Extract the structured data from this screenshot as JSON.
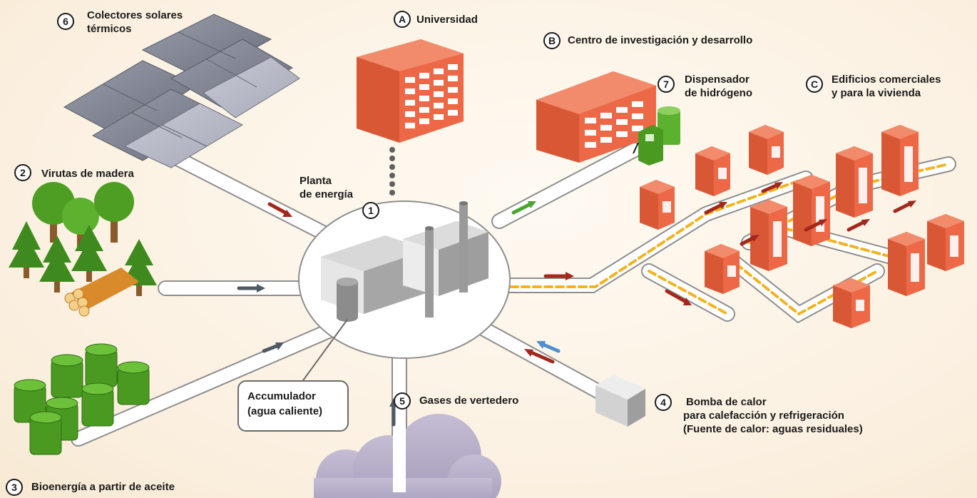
{
  "labels": {
    "n1": {
      "badge": "1",
      "line1": "Planta",
      "line2": "de energía"
    },
    "n2": {
      "badge": "2",
      "text": "Virutas de madera"
    },
    "n3": {
      "badge": "3",
      "text": "Bioenergía a partir de aceite"
    },
    "n4": {
      "badge": "4",
      "line1": "Bomba de calor",
      "line2": "para calefacción y refrigeración",
      "line3": "(Fuente de calor: aguas residuales)"
    },
    "n5": {
      "badge": "5",
      "text": "Gases de vertedero"
    },
    "n6": {
      "badge": "6",
      "line1": "Colectores solares",
      "line2": "térmicos"
    },
    "n7": {
      "badge": "7",
      "line1": "Dispensador",
      "line2": "de hidrógeno"
    },
    "A": {
      "badge": "A",
      "text": "Universidad"
    },
    "B": {
      "badge": "B",
      "text": "Centro de investigación y desarrollo"
    },
    "C": {
      "badge": "C",
      "line1": "Edificios comerciales",
      "line2": "y para la vivienda"
    }
  },
  "accumulator": {
    "line1": "Accumulador",
    "line2": "(agua caliente)"
  },
  "colors": {
    "building": "#ec6846",
    "building_dark": "#c94a2c",
    "flow_red": "#a3281c",
    "flow_gray": "#505a64",
    "flow_green": "#4aa62e",
    "flow_blue": "#4f90cf",
    "district_line": "#f2b320",
    "tree_green": "#4e9e24",
    "panel": "#8a8e98"
  }
}
